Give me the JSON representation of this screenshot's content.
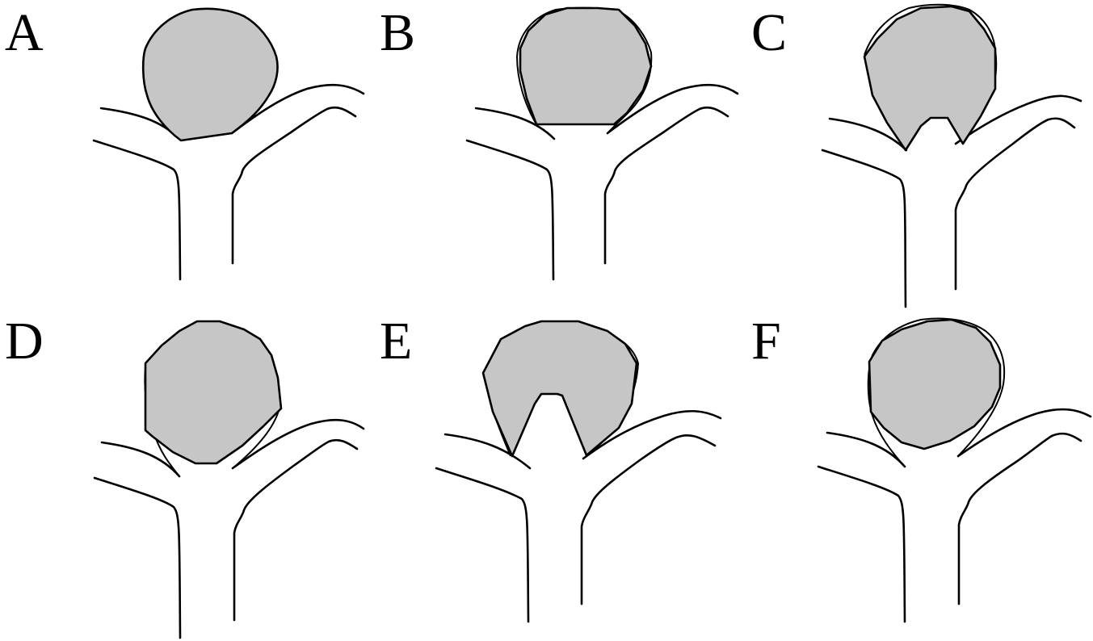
{
  "panels": [
    {
      "id": "a",
      "label": "A"
    },
    {
      "id": "b",
      "label": "B"
    },
    {
      "id": "c",
      "label": "C"
    },
    {
      "id": "d",
      "label": "D"
    },
    {
      "id": "e",
      "label": "E"
    },
    {
      "id": "f",
      "label": "F"
    }
  ],
  "colors": {
    "background": "#ffffff",
    "stroke": "#000000",
    "aneurysm_fill": "#c6c6c6"
  }
}
